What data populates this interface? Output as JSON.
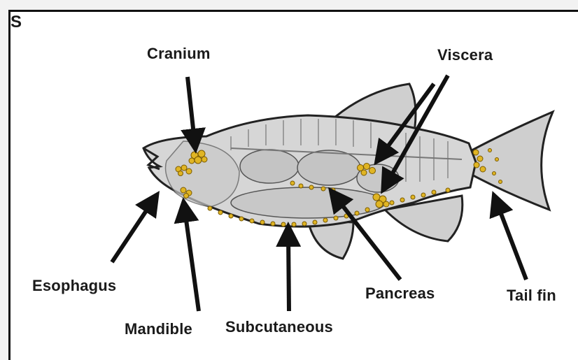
{
  "figure": {
    "panel_letter": "S",
    "labels": {
      "cranium": "Cranium",
      "viscera": "Viscera",
      "esophagus": "Esophagus",
      "mandible": "Mandible",
      "subcutaneous": "Subcutaneous",
      "pancreas": "Pancreas",
      "tail_fin": "Tail fin"
    }
  },
  "colors": {
    "fat_deposit": "#e0b524",
    "fat_outline": "#7a5a00",
    "body_fill": "#d6d6d6",
    "fin_fill": "#cfcfcf",
    "organ_fill": "#c8c8c8",
    "outline": "#222222",
    "arrow": "#111111"
  }
}
